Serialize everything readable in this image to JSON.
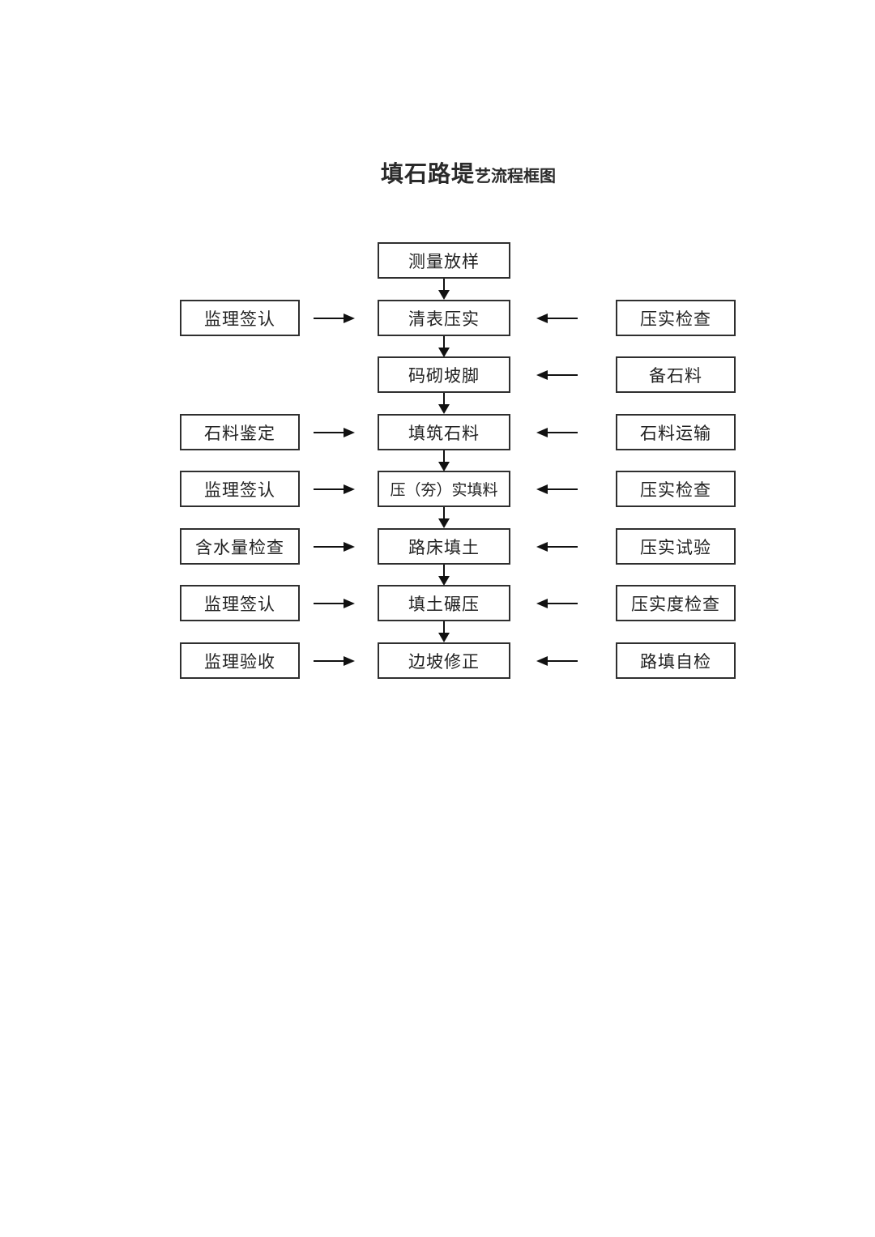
{
  "title": {
    "main": "填石路堤",
    "suffix": "艺流程框图"
  },
  "flow": {
    "center": [
      "测量放样",
      "清表压实",
      "码砌坡脚",
      "填筑石料",
      "压（夯）实填料",
      "路床填土",
      "填土碾压",
      "边坡修正"
    ],
    "left": [
      "监理签认",
      "石料鉴定",
      "监理签认",
      "含水量检查",
      "监理签认",
      "监理验收"
    ],
    "right": [
      "压实检查",
      "备石料",
      "石料运输",
      "压实检查",
      "压实试验",
      "压实度检查",
      "路填自检"
    ]
  }
}
